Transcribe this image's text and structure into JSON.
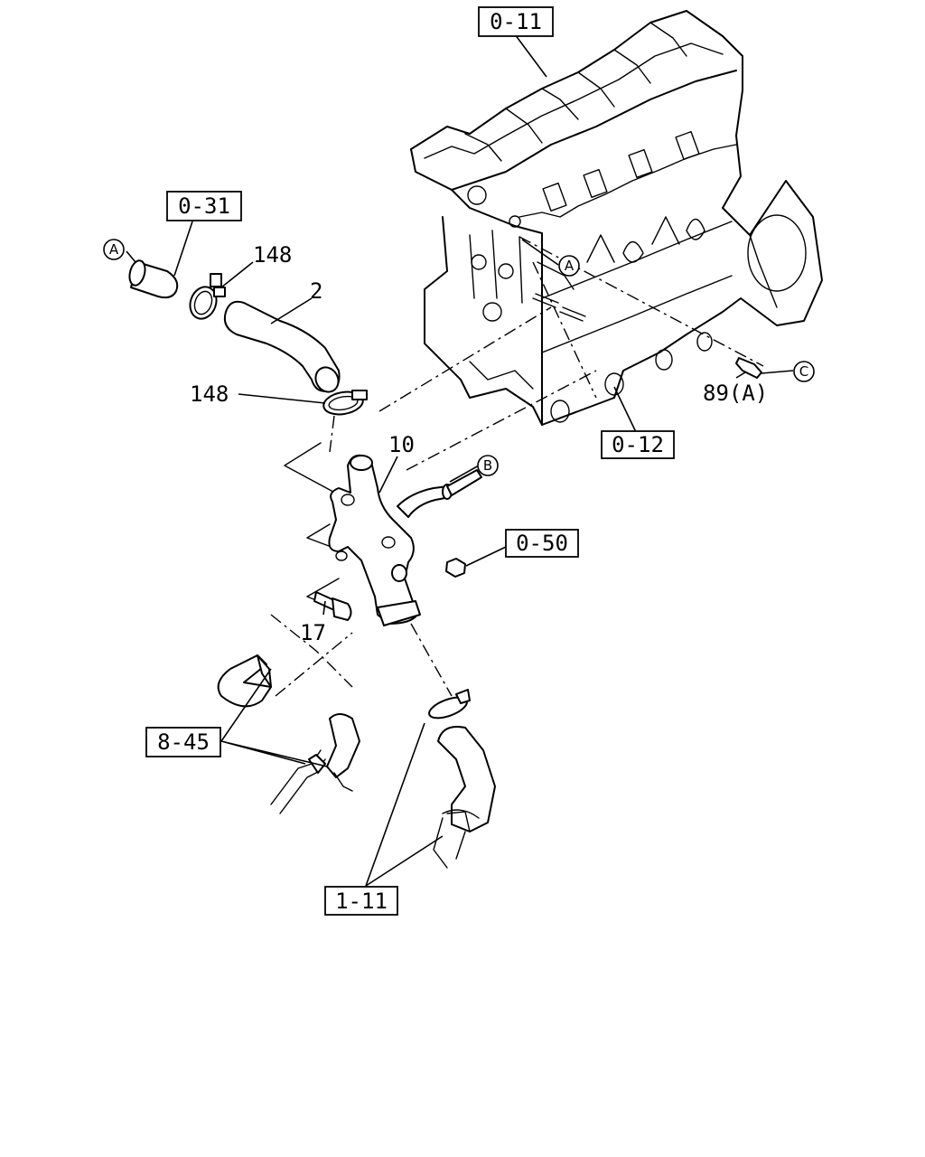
{
  "references": {
    "ref_0_11": "0-11",
    "ref_0_31": "0-31",
    "ref_0_12": "0-12",
    "ref_0_50": "0-50",
    "ref_8_45": "8-45",
    "ref_1_11": "1-11"
  },
  "parts": {
    "p148_top": "148",
    "p2": "2",
    "p148_mid": "148",
    "p10": "10",
    "p17": "17",
    "p89": "89(A)"
  },
  "connectors": {
    "a_left": "A",
    "a_block": "A",
    "b": "B",
    "c": "C"
  }
}
